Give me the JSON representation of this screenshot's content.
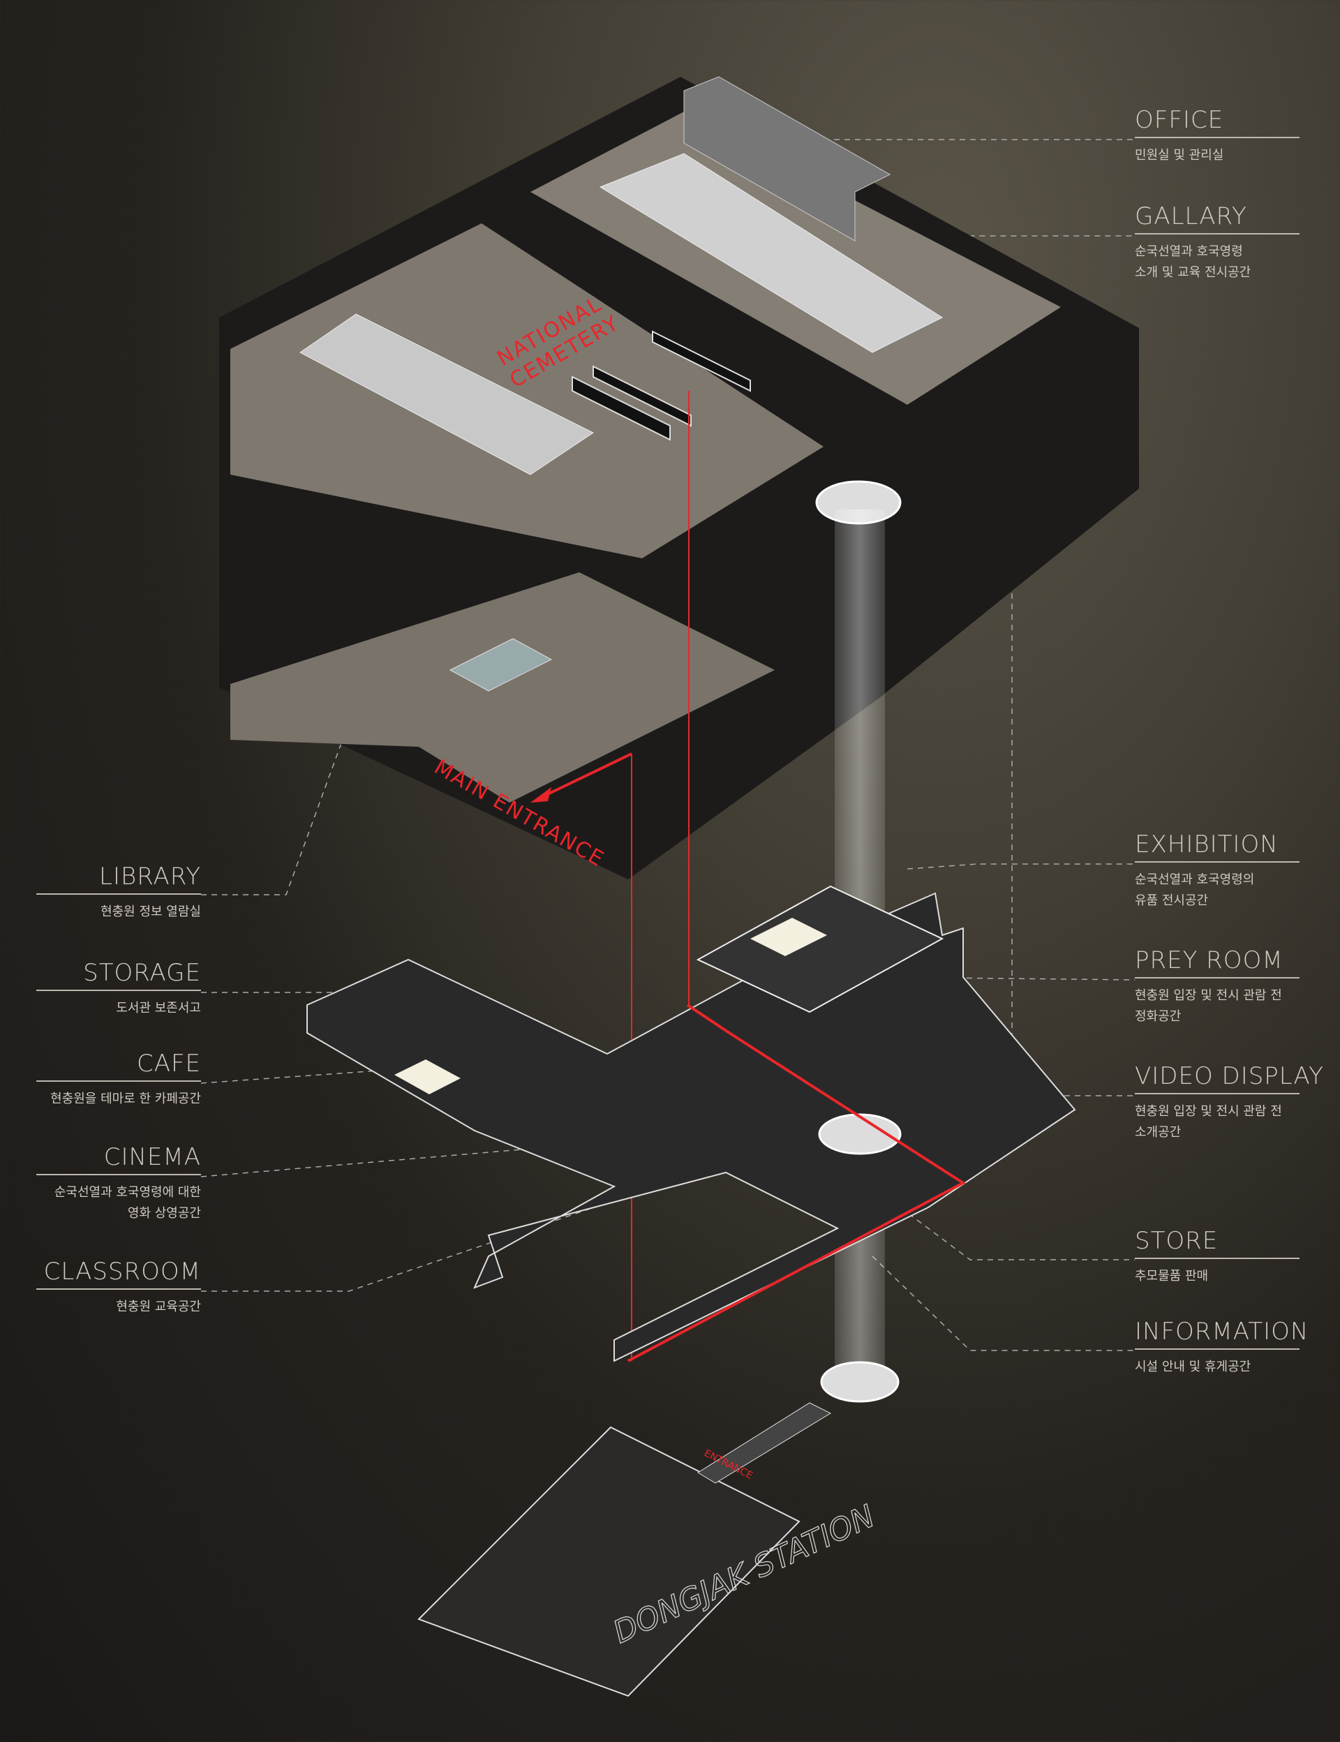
{
  "diagram": {
    "plan_labels": {
      "national_cemetery": "NATIONAL\nCEMETERY",
      "national_cemetery_line1": "NATIONAL",
      "national_cemetery_line2": "CEMETERY",
      "main_entrance": "MAIN ENTRANCE",
      "station_entrance": "ENTRANCE",
      "dongjak_station": "DONGJAK STATION"
    },
    "colors": {
      "accent_red": "#e8262a",
      "road": "#1a1a1a",
      "ground": "#8c857b",
      "roof": "#c9c9c9"
    }
  },
  "labels_right": [
    {
      "title": "OFFICE",
      "desc": [
        "민원실 및 관리실"
      ]
    },
    {
      "title": "GALLARY",
      "desc": [
        "순국선열과 호국영령",
        "소개 및 교육 전시공간"
      ]
    },
    {
      "title": "EXHIBITION",
      "desc": [
        "순국선열과 호국영령의",
        "유품 전시공간"
      ]
    },
    {
      "title": "PREY ROOM",
      "desc": [
        "현충원 입장 및 전시 관람 전",
        "정화공간"
      ]
    },
    {
      "title": "VIDEO DISPLAY",
      "desc": [
        "현충원 입장 및 전시 관람 전",
        "소개공간"
      ]
    },
    {
      "title": "STORE",
      "desc": [
        "추모물품 판매"
      ]
    },
    {
      "title": "INFORMATION",
      "desc": [
        "시설 안내 및 휴게공간"
      ]
    }
  ],
  "labels_left": [
    {
      "title": "LIBRARY",
      "desc": [
        "현충원 정보 열람실"
      ]
    },
    {
      "title": "STORAGE",
      "desc": [
        "도서관 보존서고"
      ]
    },
    {
      "title": "CAFE",
      "desc": [
        "현충원을 테마로 한 카페공간"
      ]
    },
    {
      "title": "CINEMA",
      "desc": [
        "순국선열과 호국영령에 대한",
        "영화 상영공간"
      ]
    },
    {
      "title": "CLASSROOM",
      "desc": [
        "현충원 교육공간"
      ]
    }
  ]
}
